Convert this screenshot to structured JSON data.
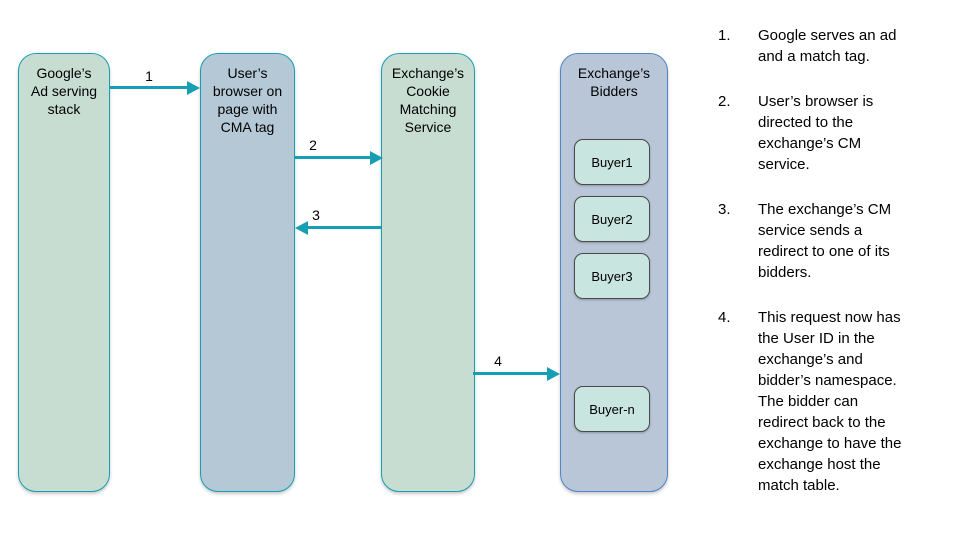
{
  "colors": {
    "teal": "#189eb4",
    "green-fill": "#c7ddd2",
    "blue-fill": "#b5c8d6",
    "bidders-fill": "#b9c6d8",
    "bidders-border": "#4e86c6",
    "buyer-fill": "#c9e5df",
    "buyer-border": "#4a4a4a",
    "text": "#000000"
  },
  "diagram": {
    "lanes": [
      {
        "label": "Google’s\nAd serving\nstack"
      },
      {
        "label": "User’s\nbrowser on\npage with\nCMA tag"
      },
      {
        "label": "Exchange’s\nCookie\nMatching\nService"
      },
      {
        "label": "Exchange’s\nBidders"
      }
    ],
    "buyers": [
      "Buyer1",
      "Buyer2",
      "Buyer3",
      "Buyer-n"
    ],
    "arrows": [
      {
        "label": "1"
      },
      {
        "label": "2"
      },
      {
        "label": "3"
      },
      {
        "label": "4"
      }
    ]
  },
  "steps": [
    {
      "num": "1.",
      "text": "Google serves an ad\nand a match tag."
    },
    {
      "num": "2.",
      "text": "User’s browser is\ndirected to the\nexchange’s CM\nservice."
    },
    {
      "num": "3.",
      "text": "The exchange’s CM\nservice sends a\nredirect to one of its\nbidders."
    },
    {
      "num": "4.",
      "text": "This request now has\nthe User ID in the\nexchange’s and\nbidder’s namespace.\nThe bidder can\nredirect back to the\nexchange to have the\nexchange host the\nmatch table."
    }
  ]
}
